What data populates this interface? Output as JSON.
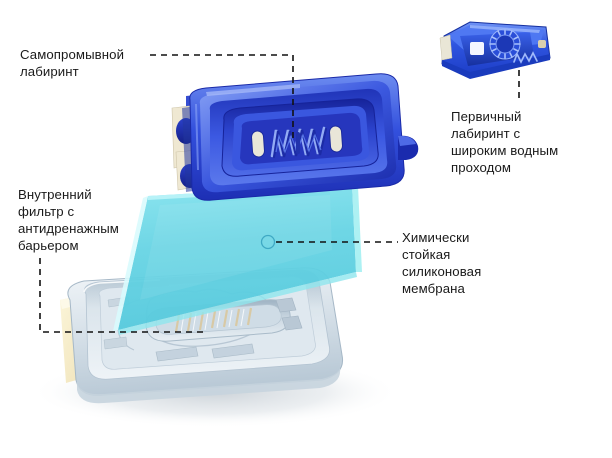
{
  "diagram": {
    "title_kind": "exploded-view-technical-illustration",
    "background_color": "#ffffff",
    "text_color": "#1a1a1a",
    "leader_line_color": "#111111",
    "leader_line_style": "dashed"
  },
  "labels": {
    "self_flushing_labyrinth": "Самопромывной\nлабиринт",
    "primary_labyrinth": "Первичный\nлабиринт с\nшироким водным\nпроходом",
    "inner_filter": "Внутренний\nфильтр с\nантидренажным\nбарьером",
    "silicone_membrane": "Химически\nстойкая\nсиликоновая\nмембрана"
  },
  "parts": {
    "cap": {
      "name": "blue-dripper-cap",
      "color_dark": "#1d2fb4",
      "color_mid": "#2f46d6",
      "color_light": "#6d8cf0"
    },
    "small_piece": {
      "name": "primary-labyrinth-insert",
      "color_dark": "#1b3bc4",
      "color_mid": "#2f55e0",
      "color_light": "#6f93f5"
    },
    "membrane": {
      "name": "silicone-membrane-sheet",
      "color_top": "#7fe0ec",
      "color_bottom": "#5ecfe0",
      "edge_color": "#9ff0f4"
    },
    "body": {
      "name": "gray-dripper-body",
      "color_light": "#e7edf2",
      "color_mid": "#ccd8e2",
      "color_dark": "#a9bccb"
    },
    "filter": {
      "name": "cream-inner-filter",
      "color": "#f7eec9"
    },
    "shadow_color": "#dfe4e8"
  },
  "markers": {
    "membrane_point": "circle-marker"
  }
}
